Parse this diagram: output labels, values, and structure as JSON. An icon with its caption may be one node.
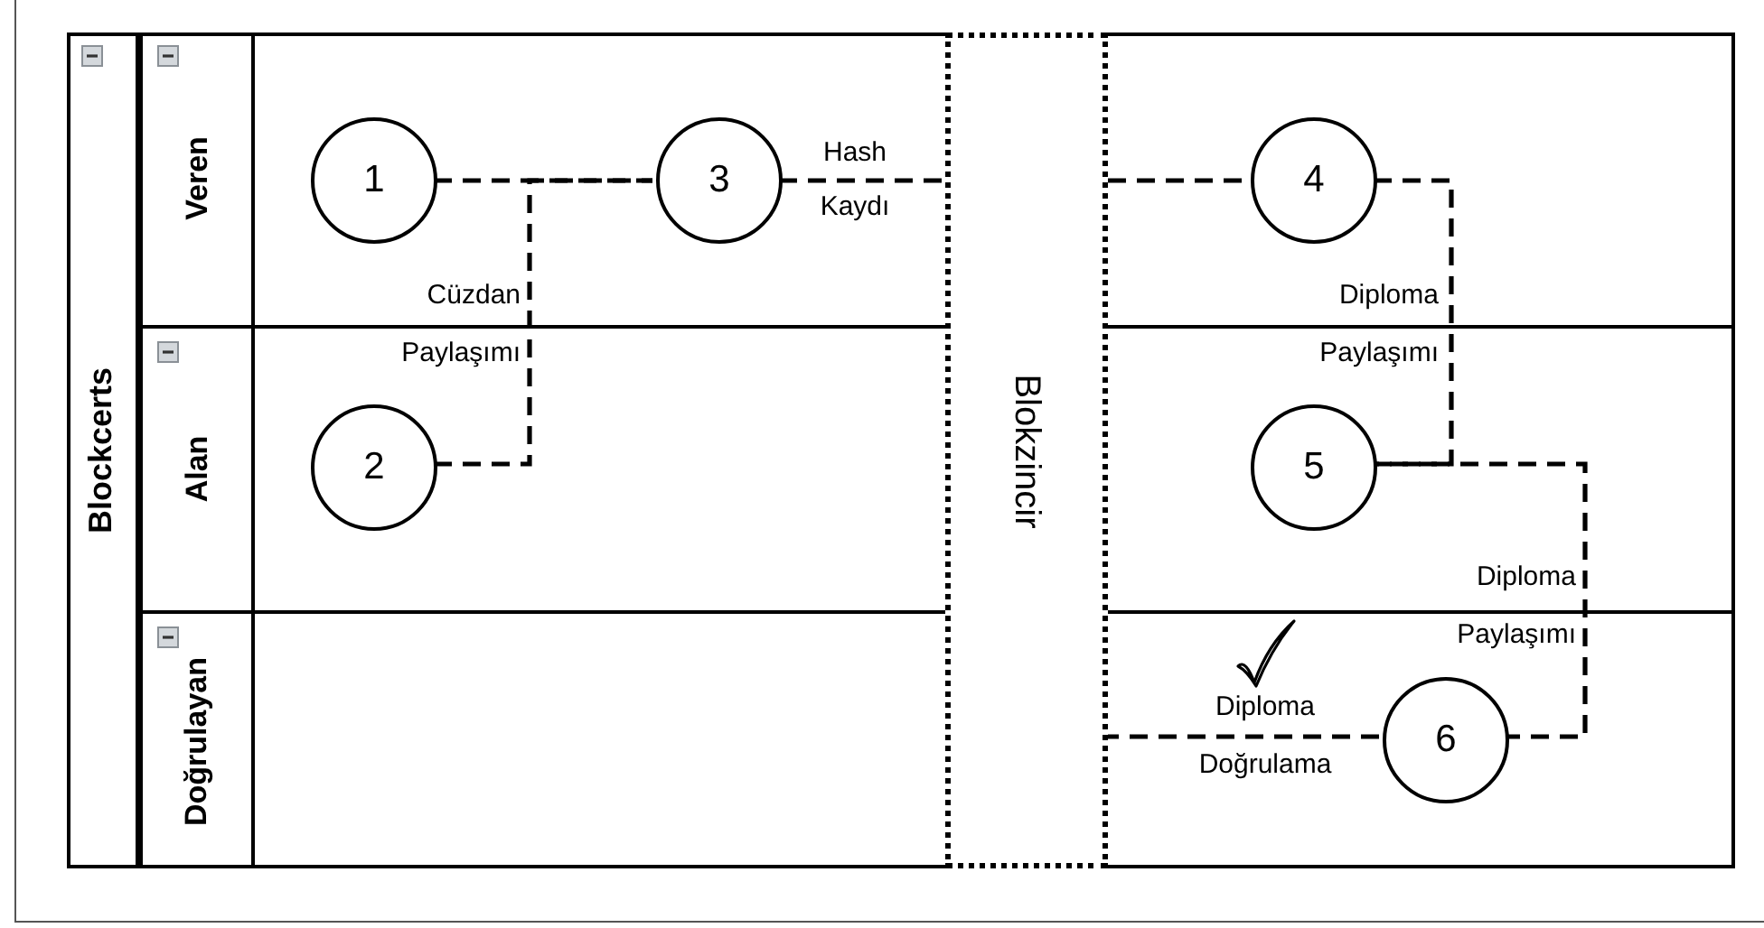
{
  "diagram": {
    "nodes": [
      {
        "text": [
          "Blockcerts"
        ]
      },
      {
        "text": [
          "Veren"
        ],
        "in": 0
      },
      {
        "text": [
          "Alan"
        ],
        "in": 0
      },
      {
        "text": [
          "Doğrulayan"
        ],
        "in": 0
      },
      {
        "text": [
          "Blokzincir"
        ],
        "in": 0
      },
      {
        "text": [
          "1"
        ],
        "in": 1
      },
      {
        "text": [
          "3"
        ],
        "in": 1
      },
      {
        "text": [
          "4"
        ],
        "in": 1
      },
      {
        "text": [
          "2"
        ],
        "in": 2
      },
      {
        "text": [
          "5"
        ],
        "in": 2
      },
      {
        "text": [
          "6"
        ],
        "in": 3
      }
    ],
    "edges": [
      {
        "from": 5,
        "to": 6,
        "arrow": "none",
        "style": "dashed"
      },
      {
        "from": 8,
        "to": 6,
        "arrow": "none",
        "style": "dashed",
        "label": "Cüzdan Paylaşımı"
      },
      {
        "from": 6,
        "to": 4,
        "arrow": "none",
        "style": "dashed",
        "label": "Hash Kaydı"
      },
      {
        "from": 4,
        "to": 7,
        "arrow": "none",
        "style": "dashed"
      },
      {
        "from": 7,
        "to": 9,
        "arrow": "none",
        "style": "dashed",
        "label": "Diploma Paylaşımı"
      },
      {
        "from": 9,
        "to": 10,
        "arrow": "none",
        "style": "dashed",
        "label": "Diploma Paylaşımı"
      },
      {
        "from": 10,
        "to": 4,
        "arrow": "none",
        "style": "dashed",
        "label": "Diploma Doğrulama"
      }
    ]
  }
}
